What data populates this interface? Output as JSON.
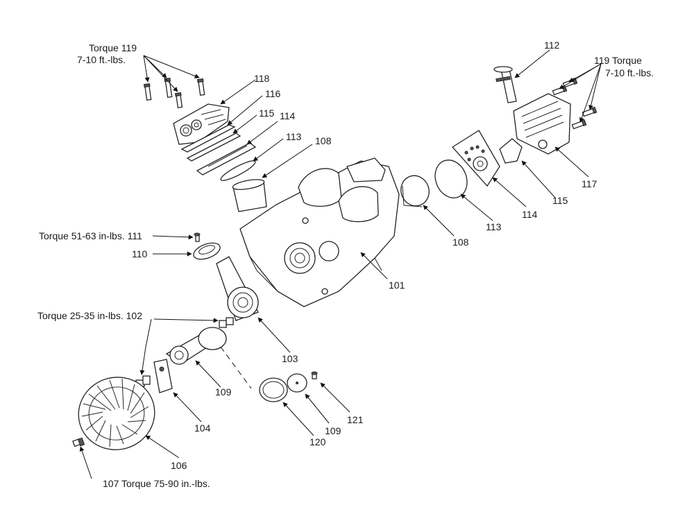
{
  "colors": {
    "line": "#222222",
    "text": "#1a1a1a",
    "background": "#ffffff"
  },
  "labels": {
    "torque_119_left": "Torque  119",
    "torque_119_left_spec": "7-10 ft.-lbs.",
    "p118": "118",
    "p116": "116",
    "p115_left": "115",
    "p114_left": "114",
    "p113_left": "113",
    "p108_left": "108",
    "p112": "112",
    "torque_119_right": "119  Torque",
    "torque_119_right_spec": "7-10 ft.-lbs.",
    "p117": "117",
    "p115_right": "115",
    "p114_right": "114",
    "p113_right": "113",
    "p108_right": "108",
    "p101": "101",
    "torque_111": "Torque 51-63 in-lbs. 111",
    "p110": "110",
    "torque_102": "Torque 25-35 in-lbs. 102",
    "p103": "103",
    "p109_upper": "109",
    "p104": "104",
    "p106": "106",
    "p120": "120",
    "p109_lower": "109",
    "p121": "121",
    "torque_107": "107  Torque 75-90 in.-lbs."
  }
}
